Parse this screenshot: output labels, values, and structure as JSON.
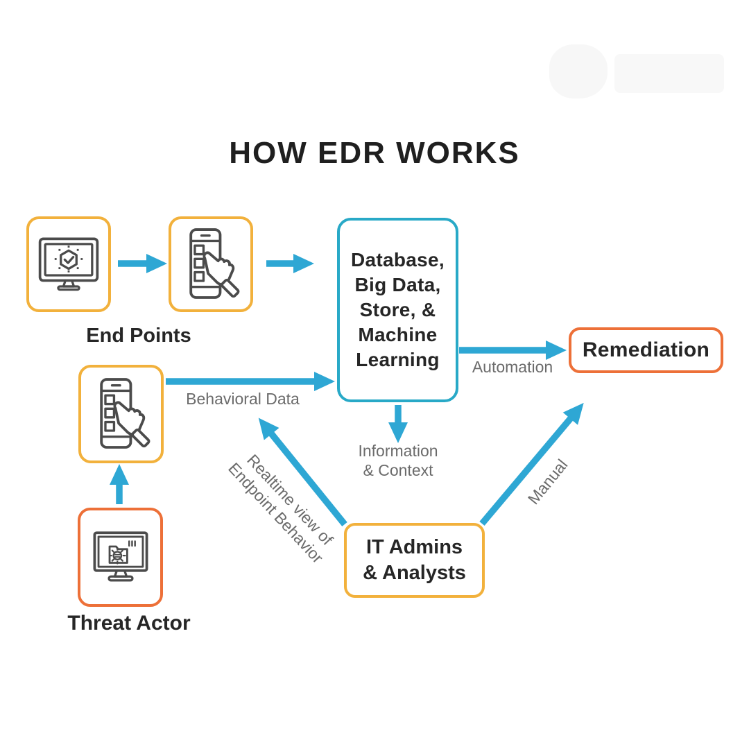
{
  "title": "HOW EDR WORKS",
  "nodes": {
    "endpoints": {
      "label": "End Points"
    },
    "database": {
      "lines": [
        "Database,",
        "Big Data,",
        "Store, &",
        "Machine",
        "Learning"
      ]
    },
    "remediation": {
      "label": "Remediation"
    },
    "threat_actor": {
      "label": "Threat Actor"
    },
    "it_admins": {
      "line1": "IT Admins",
      "line2": "& Analysts"
    }
  },
  "edge_labels": {
    "behavioral_data": "Behavioral Data",
    "automation": "Automation",
    "information_context_line1": "Information",
    "information_context_line2": "& Context",
    "realtime_line1": "Realtime view of",
    "realtime_line2": "Endpoint Behavior",
    "manual": "Manual"
  },
  "icons": {
    "endpoint_monitor": "monitor-shield-check-icon",
    "endpoint_phone": "phone-tap-icon",
    "compromised_endpoint": "phone-tap-icon",
    "threat_actor": "malware-monitor-icon"
  },
  "colors": {
    "arrow": "#2EA7D4",
    "database_border": "#28A9C7",
    "endpoint_border": "#F2B13C",
    "threat_border": "#ED7038",
    "remediation_border": "#ED7038",
    "it_admins_border": "#F2B13C",
    "heading_text": "#1F1F1F",
    "node_text": "#262626",
    "edge_label_text": "#6B6B6B"
  }
}
